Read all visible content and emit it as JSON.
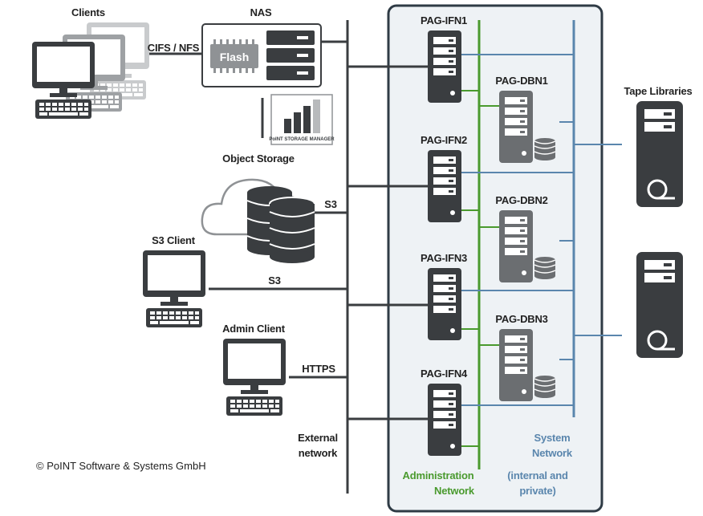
{
  "colors": {
    "dark": "#3a3d40",
    "mid_gray": "#6b6e71",
    "light_gray": "#b8babc",
    "admin_network": "#4a9a2e",
    "system_network": "#5a86ad",
    "frame_border": "#2f3b45",
    "frame_fill": "#eef2f5"
  },
  "clients": {
    "label": "Clients",
    "protocol": "CIFS / NFS",
    "icon": "desktop-computer-stack-icon"
  },
  "nas": {
    "label": "NAS",
    "flash_label": "Flash",
    "icon": "nas-storage-icon"
  },
  "storage_manager": {
    "logo_text": "PoINT STORAGE MANAGER",
    "icon": "bar-chart-logo-icon"
  },
  "object_storage": {
    "label": "Object Storage",
    "protocol": "S3",
    "icon": "cloud-database-icon"
  },
  "s3_client": {
    "label": "S3 Client",
    "protocol": "S3",
    "icon": "desktop-computer-icon"
  },
  "admin_client": {
    "label": "Admin Client",
    "protocol": "HTTPS",
    "icon": "desktop-computer-icon"
  },
  "external_network": {
    "label_line1": "External",
    "label_line2": "network"
  },
  "ifn_servers": [
    {
      "label": "PAG-IFN1"
    },
    {
      "label": "PAG-IFN2"
    },
    {
      "label": "PAG-IFN3"
    },
    {
      "label": "PAG-IFN4"
    }
  ],
  "dbn_servers": [
    {
      "label": "PAG-DBN1"
    },
    {
      "label": "PAG-DBN2"
    },
    {
      "label": "PAG-DBN3"
    }
  ],
  "admin_network": {
    "line1": "Administration",
    "line2": "Network"
  },
  "system_network": {
    "line1": "System",
    "line2": "Network",
    "line3": "(internal and",
    "line4": "private)"
  },
  "tape_libraries": {
    "label": "Tape Libraries",
    "count": 2,
    "icon": "tape-library-icon"
  },
  "footer": {
    "copyright": "© PoINT Software & Systems GmbH"
  }
}
